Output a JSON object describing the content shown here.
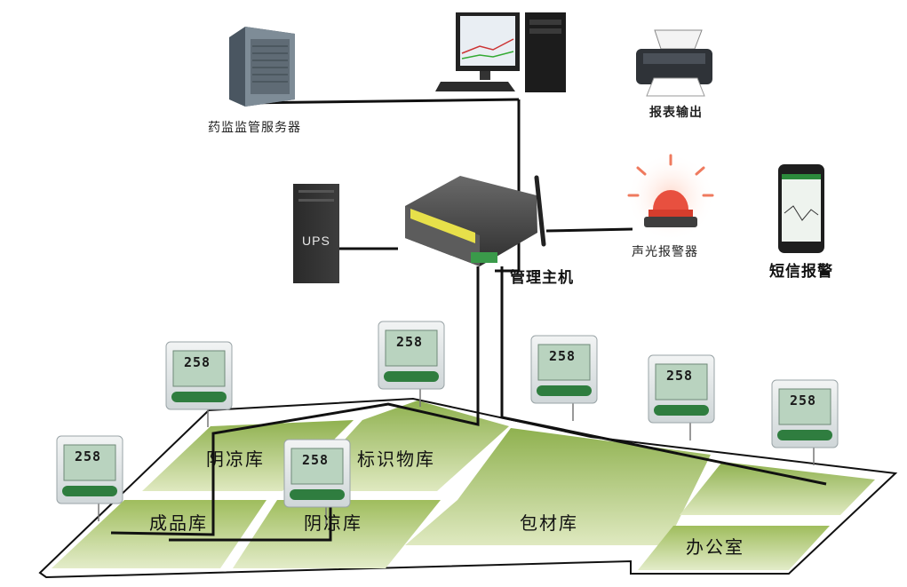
{
  "labels": {
    "server": "药监监管服务器",
    "report": "报表输出",
    "alarm": "声光报警器",
    "sms": "短信报警",
    "host": "管理主机",
    "ups": "UPS"
  },
  "rooms": {
    "shade_left": "阴凉库",
    "marked": "标识物库",
    "finished": "成品库",
    "shade_bottom": "阴凉库",
    "packaging": "包材库",
    "office": "办公室"
  },
  "device_reading": "258",
  "colors": {
    "floor_green": "#a9c46c",
    "floor_light": "#dbe7b8",
    "wall": "#ffffff",
    "cable": "#111111",
    "device_screen": "#b9d3bf",
    "device_button": "#2f7d3f",
    "alarm_red": "#e8503f"
  }
}
